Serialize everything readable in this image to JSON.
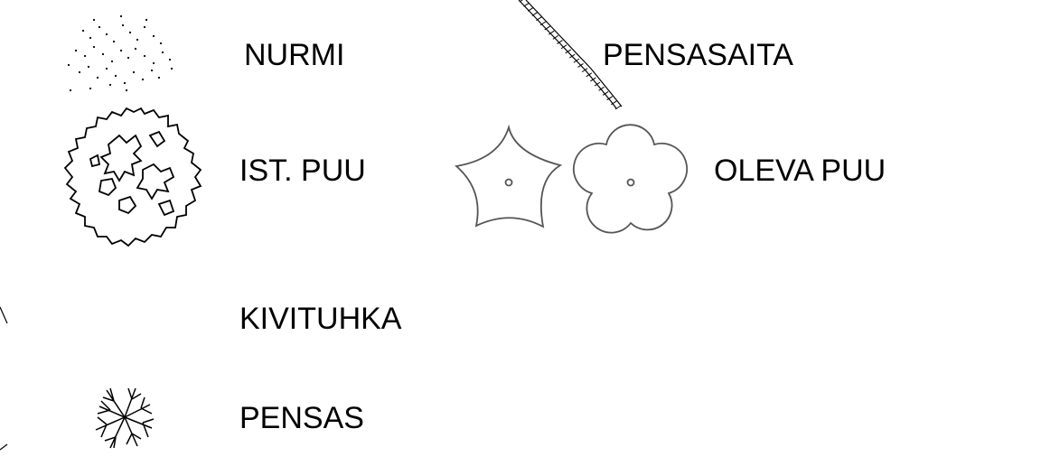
{
  "legend": {
    "items": [
      {
        "key": "nurmi",
        "label": "NURMI",
        "symbol": "stipple-dots-icon"
      },
      {
        "key": "pensasaita",
        "label": "PENSASAITA",
        "symbol": "hedge-line-icon"
      },
      {
        "key": "ist_puu",
        "label": "IST. PUU",
        "symbol": "tree-canopy-icon"
      },
      {
        "key": "oleva_puu",
        "label": "OLEVA PUU",
        "symbol": "existing-tree-icon"
      },
      {
        "key": "kivituhka",
        "label": "KIVITUHKA",
        "symbol": "gravel-edge-icon"
      },
      {
        "key": "pensas",
        "label": "PENSAS",
        "symbol": "shrub-icon"
      }
    ]
  },
  "colors": {
    "ink": "#000000",
    "grey_stroke": "#555555"
  }
}
